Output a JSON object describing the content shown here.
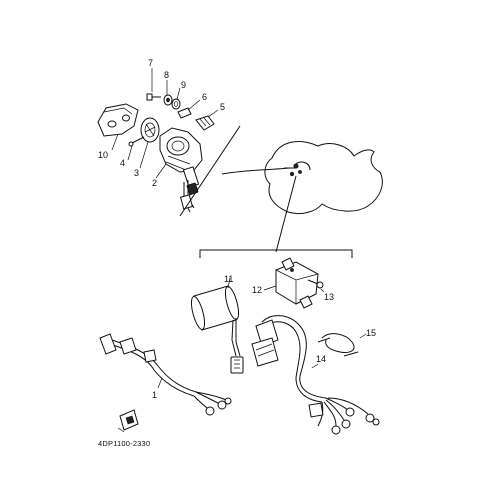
{
  "diagram": {
    "part_code": "4DP1100-2330",
    "callouts": {
      "c1": "1",
      "c2": "2",
      "c3": "3",
      "c4": "4",
      "c5": "5",
      "c6": "6",
      "c7": "7",
      "c8": "8",
      "c9": "9",
      "c10": "10",
      "c11": "11",
      "c12": "12",
      "c13": "13",
      "c14": "14",
      "c15": "15"
    }
  }
}
